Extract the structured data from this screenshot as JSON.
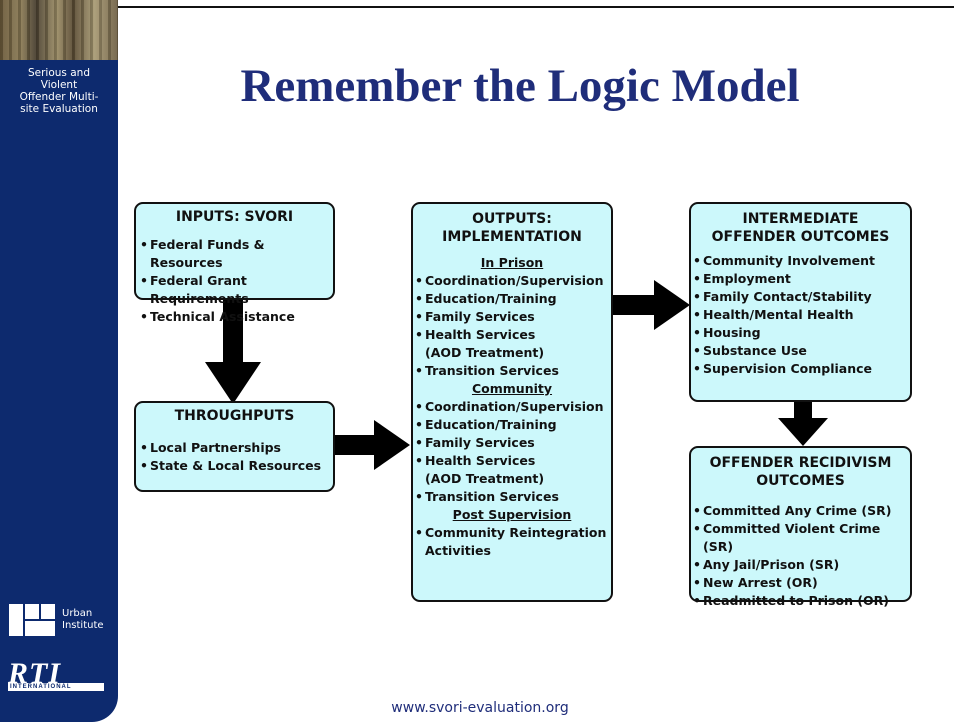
{
  "sidebar": {
    "title": "Serious and\nViolent\nOffender Multi-\nsite Evaluation",
    "urban_logo_text": "Urban\nInstitute",
    "rti_logo_text": "RTI",
    "rti_sub_text": "INTERNATIONAL"
  },
  "slide": {
    "title": "Remember the Logic Model",
    "footer": "www.svori-evaluation.org"
  },
  "diagram": {
    "inputs": {
      "heading": "INPUTS: SVORI",
      "items": [
        "Federal Funds & Resources",
        "Federal Grant Requirements",
        "Technical Assistance"
      ]
    },
    "throughputs": {
      "heading": "THROUGHPUTS",
      "items": [
        "Local Partnerships",
        "State & Local Resources"
      ]
    },
    "outputs": {
      "heading1": "OUTPUTS:",
      "heading2": "IMPLEMENTATION",
      "sections": [
        {
          "name": "In Prison",
          "items": [
            "Coordination/Supervision",
            "Education/Training",
            "Family Services",
            "Health Services",
            "(AOD Treatment)",
            "Transition Services"
          ]
        },
        {
          "name": "Community",
          "items": [
            "Coordination/Supervision",
            "Education/Training",
            "Family Services",
            "Health Services",
            "(AOD Treatment)",
            "Transition Services"
          ]
        },
        {
          "name": "Post Supervision",
          "items": [
            "Community Reintegration",
            "Activities"
          ]
        }
      ]
    },
    "intermediate": {
      "heading1": "INTERMEDIATE",
      "heading2": "OFFENDER OUTCOMES",
      "items": [
        "Community Involvement",
        "Employment",
        "Family Contact/Stability",
        "Health/Mental Health",
        "Housing",
        "Substance Use",
        "Supervision Compliance"
      ]
    },
    "recidivism": {
      "heading1": "OFFENDER RECIDIVISM",
      "heading2": "OUTCOMES",
      "items": [
        "Committed Any Crime (SR)",
        "Committed Violent Crime (SR)",
        "Any Jail/Prison (SR)",
        "New Arrest (OR)",
        "Readmitted to Prison (OR)"
      ]
    }
  }
}
